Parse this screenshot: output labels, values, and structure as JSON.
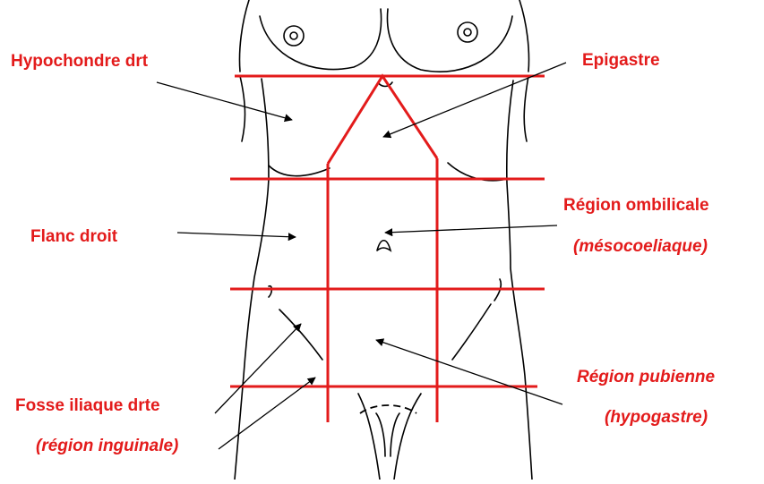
{
  "colors": {
    "accent": "#e31b1b",
    "ink": "#000000",
    "background": "#ffffff"
  },
  "labels": {
    "hypochondre": "Hypochondre drt",
    "epigastre": "Epigastre",
    "flanc": "Flanc droit",
    "region_ombilicale": "Région ombilicale",
    "mesocoeliaque": "(mésocoeliaque)",
    "region_pubienne": "Région pubienne",
    "hypogastre": "(hypogastre)",
    "fosse_iliaque": "Fosse iliaque drte",
    "region_inguinale": "(région inguinale)"
  }
}
